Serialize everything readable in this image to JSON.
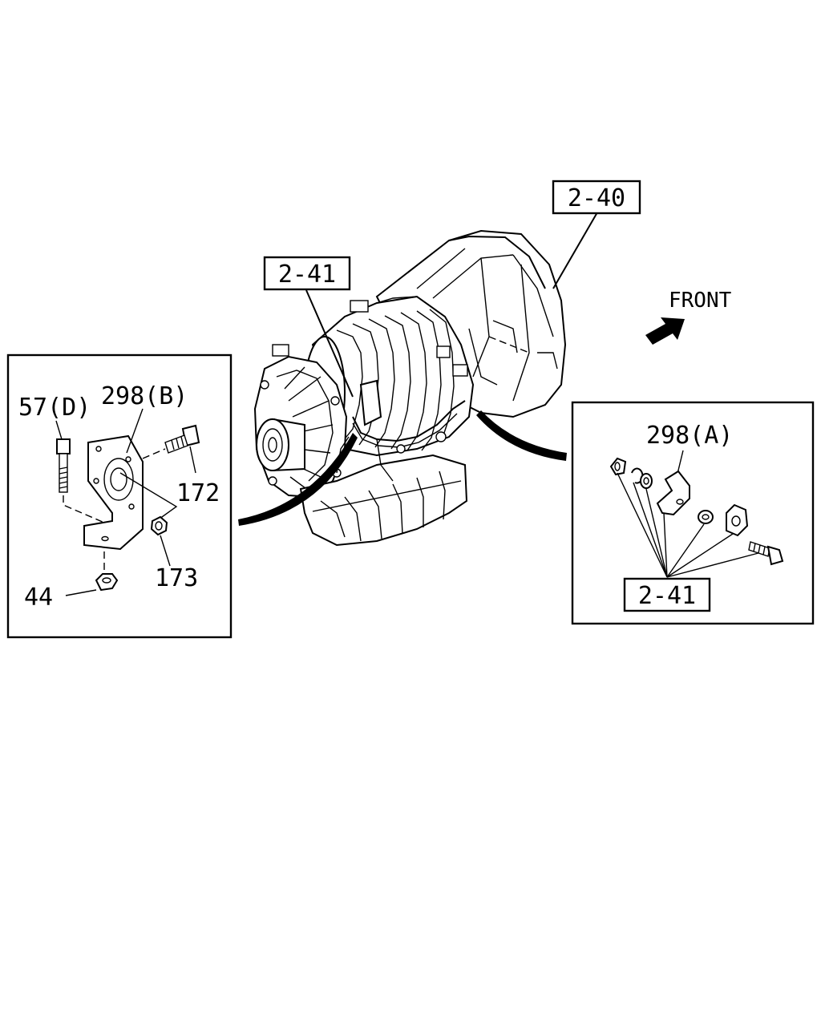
{
  "main": {
    "ref_transmission": "2-40",
    "ref_harness_top": "2-41",
    "front_label": "FRONT"
  },
  "left_inset": {
    "label_bolt": "57(D)",
    "label_bracket": "298(B)",
    "label_screw": "172",
    "label_nut_small": "173",
    "label_nut_flange": "44"
  },
  "right_inset": {
    "label_bracket": "298(A)",
    "ref_harness": "2-41"
  }
}
